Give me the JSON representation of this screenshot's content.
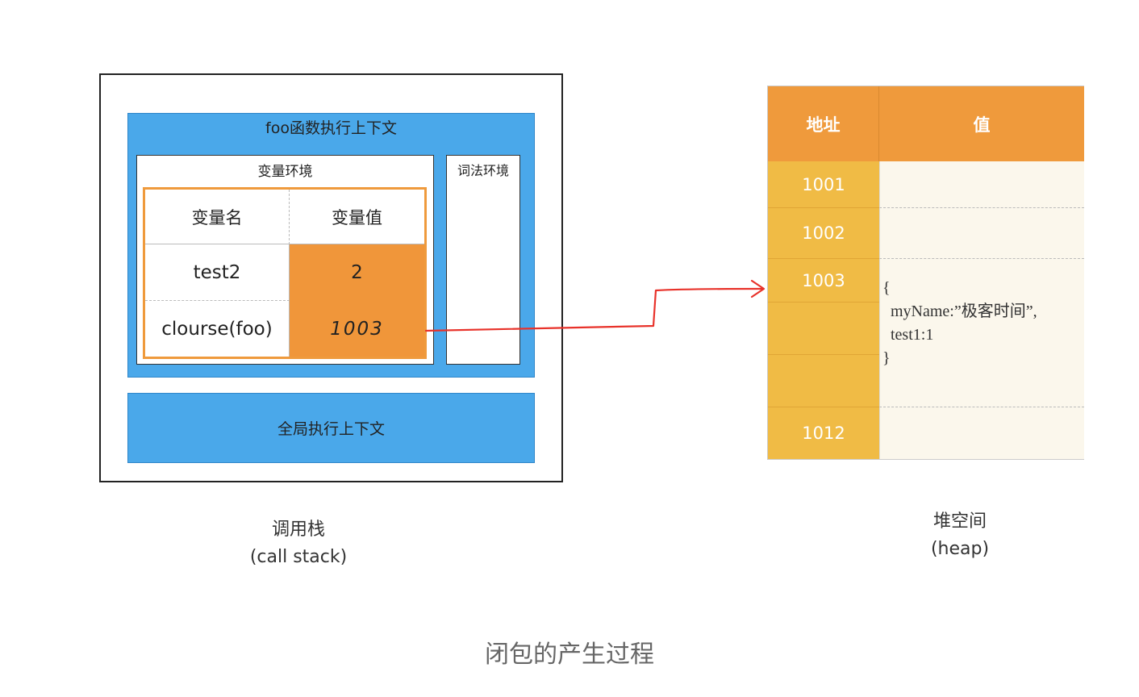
{
  "call_stack": {
    "foo_context_title": "foo函数执行上下文",
    "variable_env_title": "变量环境",
    "lexical_env_title": "词法环境",
    "table": {
      "headers": [
        "变量名",
        "变量值"
      ],
      "rows": [
        {
          "name": "test2",
          "value": "2"
        },
        {
          "name": "clourse(foo)",
          "value": "1003"
        }
      ]
    },
    "global_context_title": "全局执行上下文",
    "label": "调用栈",
    "label_en": "(call stack)"
  },
  "heap": {
    "headers": [
      "地址",
      "值"
    ],
    "addresses": [
      "1001",
      "1002",
      "1003",
      "1012"
    ],
    "object_text": "{\n  myName:”极客时间”,\n  test1:1\n}",
    "label": "堆空间",
    "label_en": "(heap)"
  },
  "caption": "闭包的产生过程",
  "colors": {
    "context_blue": "#4aa8ea",
    "orange": "#ef9a3c",
    "address_yellow": "#f0bb45",
    "value_bg": "#fbf7ec",
    "arrow_red": "#e8322a"
  }
}
